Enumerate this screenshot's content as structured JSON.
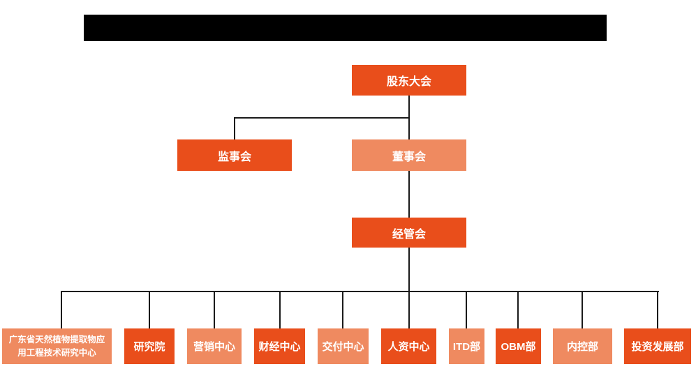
{
  "diagram": {
    "type": "org-chart",
    "redacted_title": "",
    "colors": {
      "primary": "#E94E1B",
      "secondary": "#EF8A60",
      "line": "#1a1a1a",
      "redaction": "#000000",
      "background": "#ffffff",
      "node_text": "#ffffff"
    },
    "nodes": {
      "shareholders": {
        "label": "股东大会",
        "variant": "primary"
      },
      "supervisory": {
        "label": "监事会",
        "variant": "primary"
      },
      "board": {
        "label": "董事会",
        "variant": "secondary"
      },
      "management": {
        "label": "经管会",
        "variant": "primary"
      },
      "departments": [
        {
          "label": "广东省天然植物提取物应用工程技术研究中心",
          "variant": "secondary"
        },
        {
          "label": "研究院",
          "variant": "primary"
        },
        {
          "label": "营销中心",
          "variant": "secondary"
        },
        {
          "label": "财经中心",
          "variant": "primary"
        },
        {
          "label": "交付中心",
          "variant": "secondary"
        },
        {
          "label": "人资中心",
          "variant": "primary"
        },
        {
          "label": "ITD部",
          "variant": "secondary"
        },
        {
          "label": "OBM部",
          "variant": "primary"
        },
        {
          "label": "内控部",
          "variant": "secondary"
        },
        {
          "label": "投资发展部",
          "variant": "primary"
        }
      ]
    },
    "hierarchy": [
      {
        "from": "股东大会",
        "to": [
          "监事会",
          "董事会"
        ]
      },
      {
        "from": "董事会",
        "to": [
          "经管会"
        ]
      },
      {
        "from": "经管会",
        "to": [
          "广东省天然植物提取物应用工程技术研究中心",
          "研究院",
          "营销中心",
          "财经中心",
          "交付中心",
          "人资中心",
          "ITD部",
          "OBM部",
          "内控部",
          "投资发展部"
        ]
      }
    ]
  }
}
